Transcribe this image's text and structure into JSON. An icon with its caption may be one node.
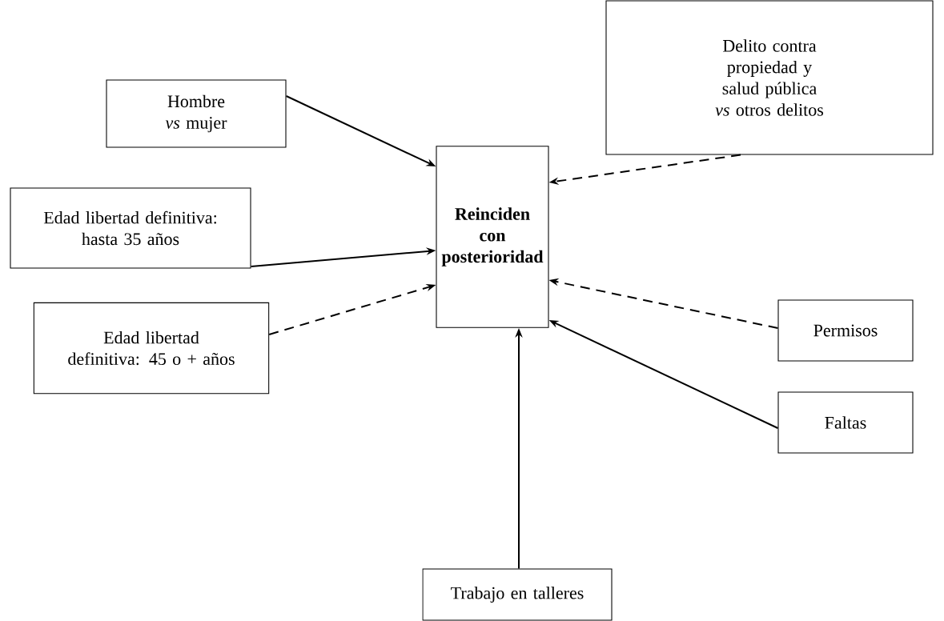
{
  "diagram": {
    "nodes": [
      {
        "text": [
          "Hombre *vs* mujer"
        ]
      },
      {
        "text": [
          "Edad libertad definitiva: hasta 35 años"
        ]
      },
      {
        "text": [
          "Edad libertad definitiva: 45 o + años"
        ]
      },
      {
        "text": [
          "Reinciden con posterioridad"
        ]
      },
      {
        "text": [
          "Delito contra propiedad y salud pública *vs* otros delitos"
        ]
      },
      {
        "text": [
          "Permisos"
        ]
      },
      {
        "text": [
          "Faltas"
        ]
      },
      {
        "text": [
          "Trabajo en talleres"
        ]
      }
    ],
    "edges": [
      {
        "from": 0,
        "to": 3,
        "arrow": "to"
      },
      {
        "from": 1,
        "to": 3,
        "arrow": "to"
      },
      {
        "from": 2,
        "to": 3,
        "arrow": "to",
        "style": "dashed"
      },
      {
        "from": 4,
        "to": 3,
        "arrow": "to",
        "style": "dashed"
      },
      {
        "from": 5,
        "to": 3,
        "arrow": "to",
        "style": "dashed"
      },
      {
        "from": 6,
        "to": 3,
        "arrow": "to"
      },
      {
        "from": 7,
        "to": 3,
        "arrow": "to"
      }
    ]
  }
}
